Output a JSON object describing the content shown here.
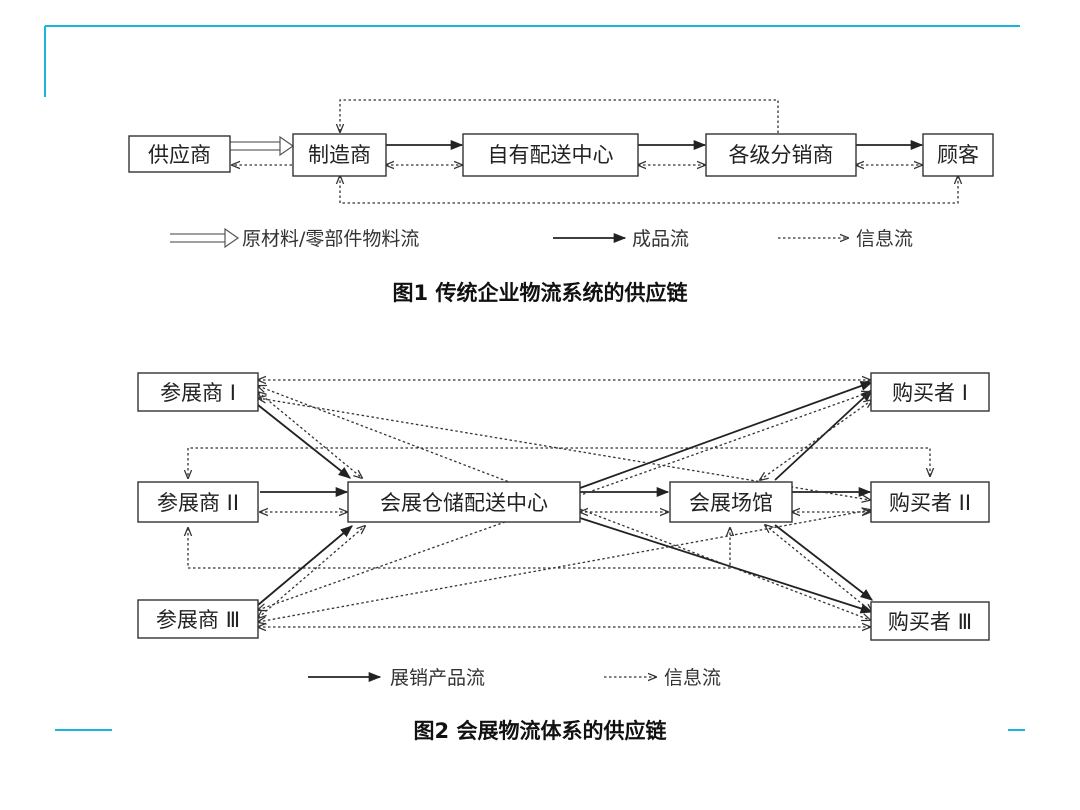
{
  "colors": {
    "frame_line": "#19b3dd",
    "ink": "#222222"
  },
  "figure1": {
    "caption": "图1  传统企业物流系统的供应链",
    "nodes": {
      "supplier": "供应商",
      "manufacturer": "制造商",
      "own_dc": "自有配送中心",
      "distributors": "各级分销商",
      "customer": "顾客"
    },
    "legend": {
      "material_flow": "原材料/零部件物料流",
      "product_flow": "成品流",
      "info_flow": "信息流"
    }
  },
  "figure2": {
    "caption": "图2  会展物流体系的供应链",
    "nodes": {
      "exhibitor_1": "参展商 I",
      "exhibitor_2": "参展商 II",
      "exhibitor_3": "参展商 Ⅲ",
      "warehouse_dc": "会展仓储配送中心",
      "venue": "会展场馆",
      "buyer_1": "购买者 I",
      "buyer_2": "购买者 II",
      "buyer_3": "购买者 Ⅲ"
    },
    "legend": {
      "product_flow": "展销产品流",
      "info_flow": "信息流"
    }
  }
}
